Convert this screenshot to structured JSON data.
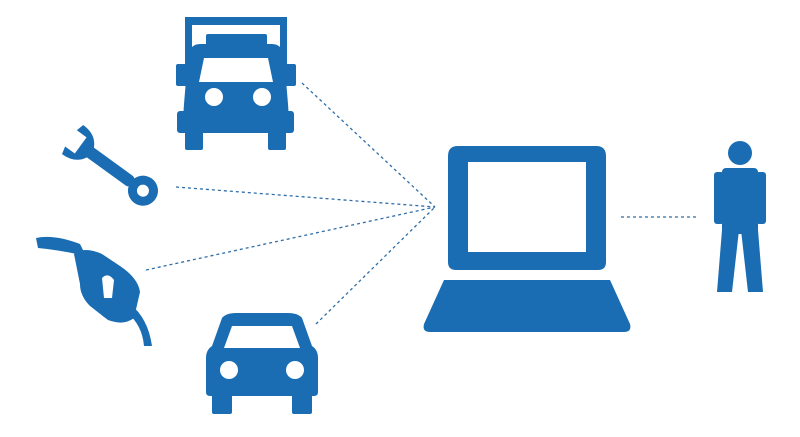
{
  "diagram": {
    "colors": {
      "icon_fill": "#1a6db3",
      "connector_stroke": "#2f6ea8",
      "background": "#ffffff"
    },
    "nodes": [
      {
        "id": "truck",
        "icon": "truck-icon"
      },
      {
        "id": "wrench",
        "icon": "wrench-icon"
      },
      {
        "id": "fuel-pump",
        "icon": "fuel-pump-icon"
      },
      {
        "id": "car",
        "icon": "car-icon"
      },
      {
        "id": "laptop",
        "icon": "laptop-icon"
      },
      {
        "id": "person",
        "icon": "person-icon"
      }
    ],
    "edges": [
      {
        "from": "truck",
        "to": "laptop"
      },
      {
        "from": "wrench",
        "to": "laptop"
      },
      {
        "from": "fuel-pump",
        "to": "laptop"
      },
      {
        "from": "car",
        "to": "laptop"
      },
      {
        "from": "laptop",
        "to": "person"
      }
    ]
  }
}
